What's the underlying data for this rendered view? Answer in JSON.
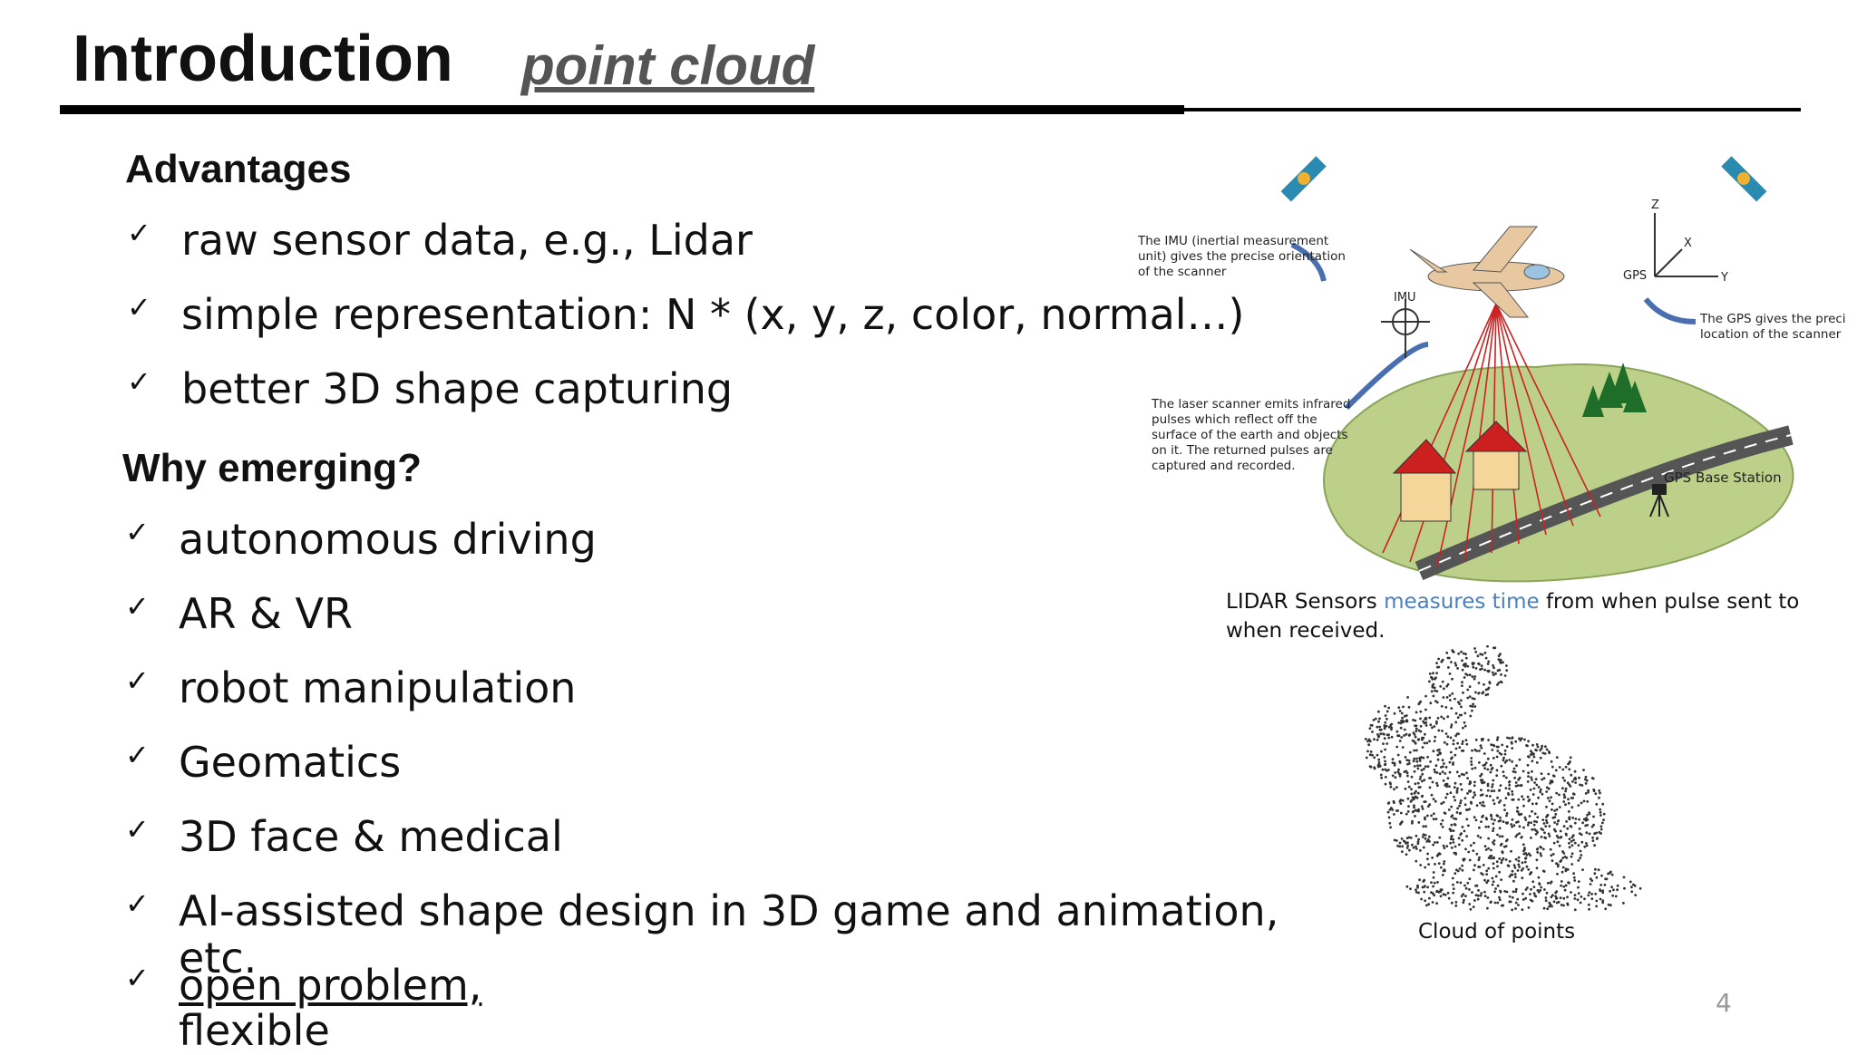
{
  "header": {
    "title": "Introduction",
    "subtitle": "point cloud"
  },
  "advantages": {
    "heading": "Advantages",
    "items": [
      "raw sensor data, e.g., Lidar",
      "simple representation: N * (x, y, z, color, normal…)",
      "better 3D shape capturing"
    ]
  },
  "why": {
    "heading": "Why emerging?",
    "items": [
      "autonomous driving",
      "AR & VR",
      "robot manipulation",
      "Geomatics",
      "3D face & medical",
      "AI-assisted shape design in 3D game and animation,",
      "etc."
    ],
    "last_item_line1": "open problem,",
    "last_item_line2": "flexible"
  },
  "check_glyph": "✓",
  "lidar_figure": {
    "imu_note": [
      "The IMU (inertial measurement",
      "unit) gives the precise orientation",
      "of the scanner"
    ],
    "laser_note": [
      "The laser scanner emits infrared",
      "pulses which reflect off the",
      "surface of the earth and objects",
      "on it. The returned pulses are",
      "captured and recorded."
    ],
    "gps_note": [
      "The GPS gives the precise",
      "location of the scanner"
    ],
    "imu_label": "IMU",
    "gps_label": "GPS",
    "axis_z": "Z",
    "axis_x": "X",
    "axis_y": "Y",
    "gps_base_label": "GPS Base Station",
    "caption_pre": "LIDAR Sensors ",
    "caption_accent": "measures time",
    "caption_post": " from when pulse sent to",
    "caption_line2": "when received."
  },
  "bunny_figure": {
    "caption": "Cloud of points"
  },
  "page_number": "4",
  "colors": {
    "accent": "#4a7fc0",
    "roof": "#cc1f1f",
    "ground": "#bcd08a",
    "laser": "#cc2222"
  }
}
